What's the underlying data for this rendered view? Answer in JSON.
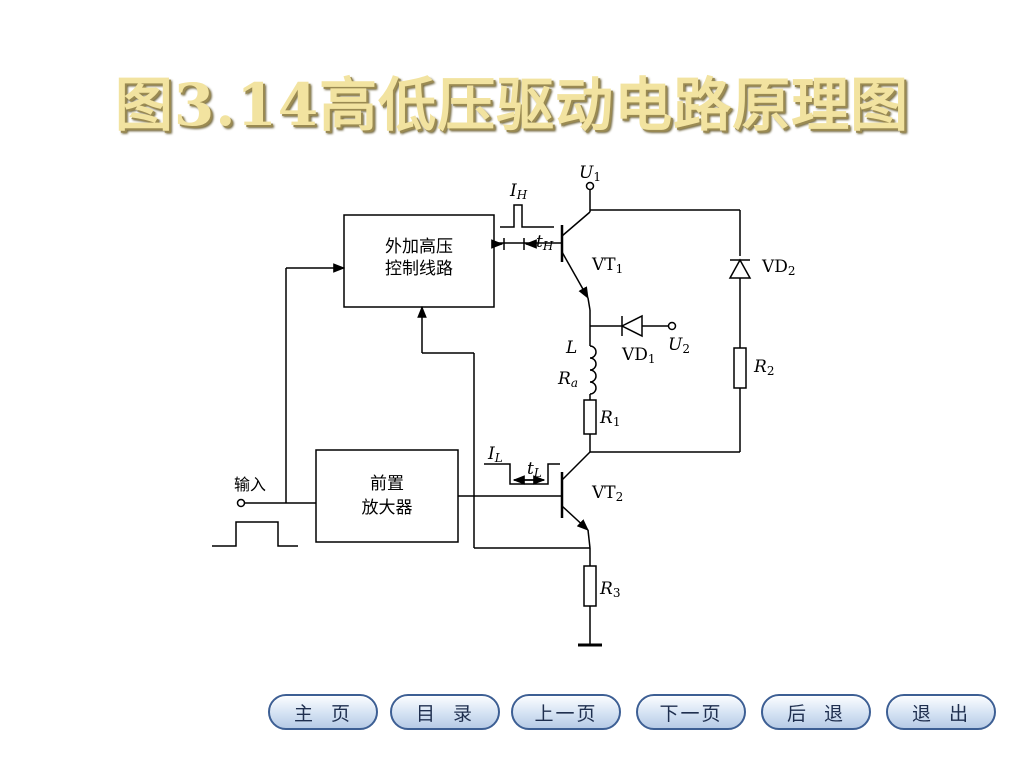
{
  "title": "图3.14高低压驱动电路原理图",
  "diagram": {
    "block_hv_line1": "外加高压",
    "block_hv_line2": "控制线路",
    "block_pre_line1": "前置",
    "block_pre_line2": "放大器",
    "input_label": "输入",
    "U1": "U",
    "U1_sub": "1",
    "U2": "U",
    "U2_sub": "2",
    "IH": "I",
    "IH_sub": "H",
    "tH": "t",
    "tH_sub": "H",
    "IL": "I",
    "IL_sub": "L",
    "tL": "t",
    "tL_sub": "L",
    "VT1": "VT",
    "VT1_sub": "1",
    "VT2": "VT",
    "VT2_sub": "2",
    "VD1": "VD",
    "VD1_sub": "1",
    "VD2": "VD",
    "VD2_sub": "2",
    "L": "L",
    "Ra": "R",
    "Ra_sub": "a",
    "R1": "R",
    "R1_sub": "1",
    "R2": "R",
    "R2_sub": "2",
    "R3": "R",
    "R3_sub": "3"
  },
  "nav": {
    "home": "主  页",
    "toc": "目  录",
    "prev": "上一页",
    "next": "下一页",
    "back": "后  退",
    "exit": "退  出"
  }
}
